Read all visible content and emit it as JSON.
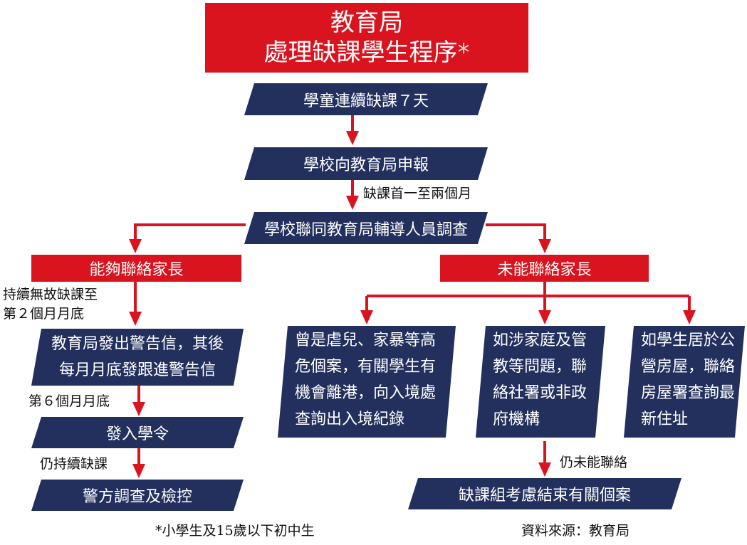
{
  "title": {
    "line1": "教育局",
    "line2": "處理缺課學生程序",
    "star": "*"
  },
  "steps": {
    "absent7": "學童連續缺課７天",
    "report": "學校向教育局申報",
    "investigate": "學校聯同教育局輔導人員調查",
    "contact_ok": "能夠聯絡家長",
    "contact_fail": "未能聯絡家長",
    "warning_line1": "教育局發出警告信，其後",
    "warning_line2": "每月月底發跟進警告信",
    "order": "發入學令",
    "police": "警方調查及檢控",
    "abuse_lines": [
      "曾是虐兒、家暴等高",
      "危個案，有關學生有",
      "機會離港，向入境處",
      "查詢出入境紀錄"
    ],
    "family_lines": [
      "如涉家庭及管",
      "教等問題，聯",
      "絡社署或非政",
      "府機構"
    ],
    "housing_lines": [
      "如學生居於公",
      "營房屋，聯絡",
      "房屋署查詢最",
      "新住址"
    ],
    "close_case": "缺課組考慮結束有關個案"
  },
  "labels": {
    "months": "缺課首一至兩個月",
    "persist_line1": "持續無故缺課至",
    "persist_line2": "第２個月月底",
    "month6": "第６個月月底",
    "still_absent": "仍持續缺課",
    "still_unreached": "仍未能聯絡"
  },
  "footnote": "*小學生及15歲以下初中生",
  "source": "資料來源：教育局",
  "colors": {
    "navy": "#23305e",
    "red": "#d9141f"
  }
}
